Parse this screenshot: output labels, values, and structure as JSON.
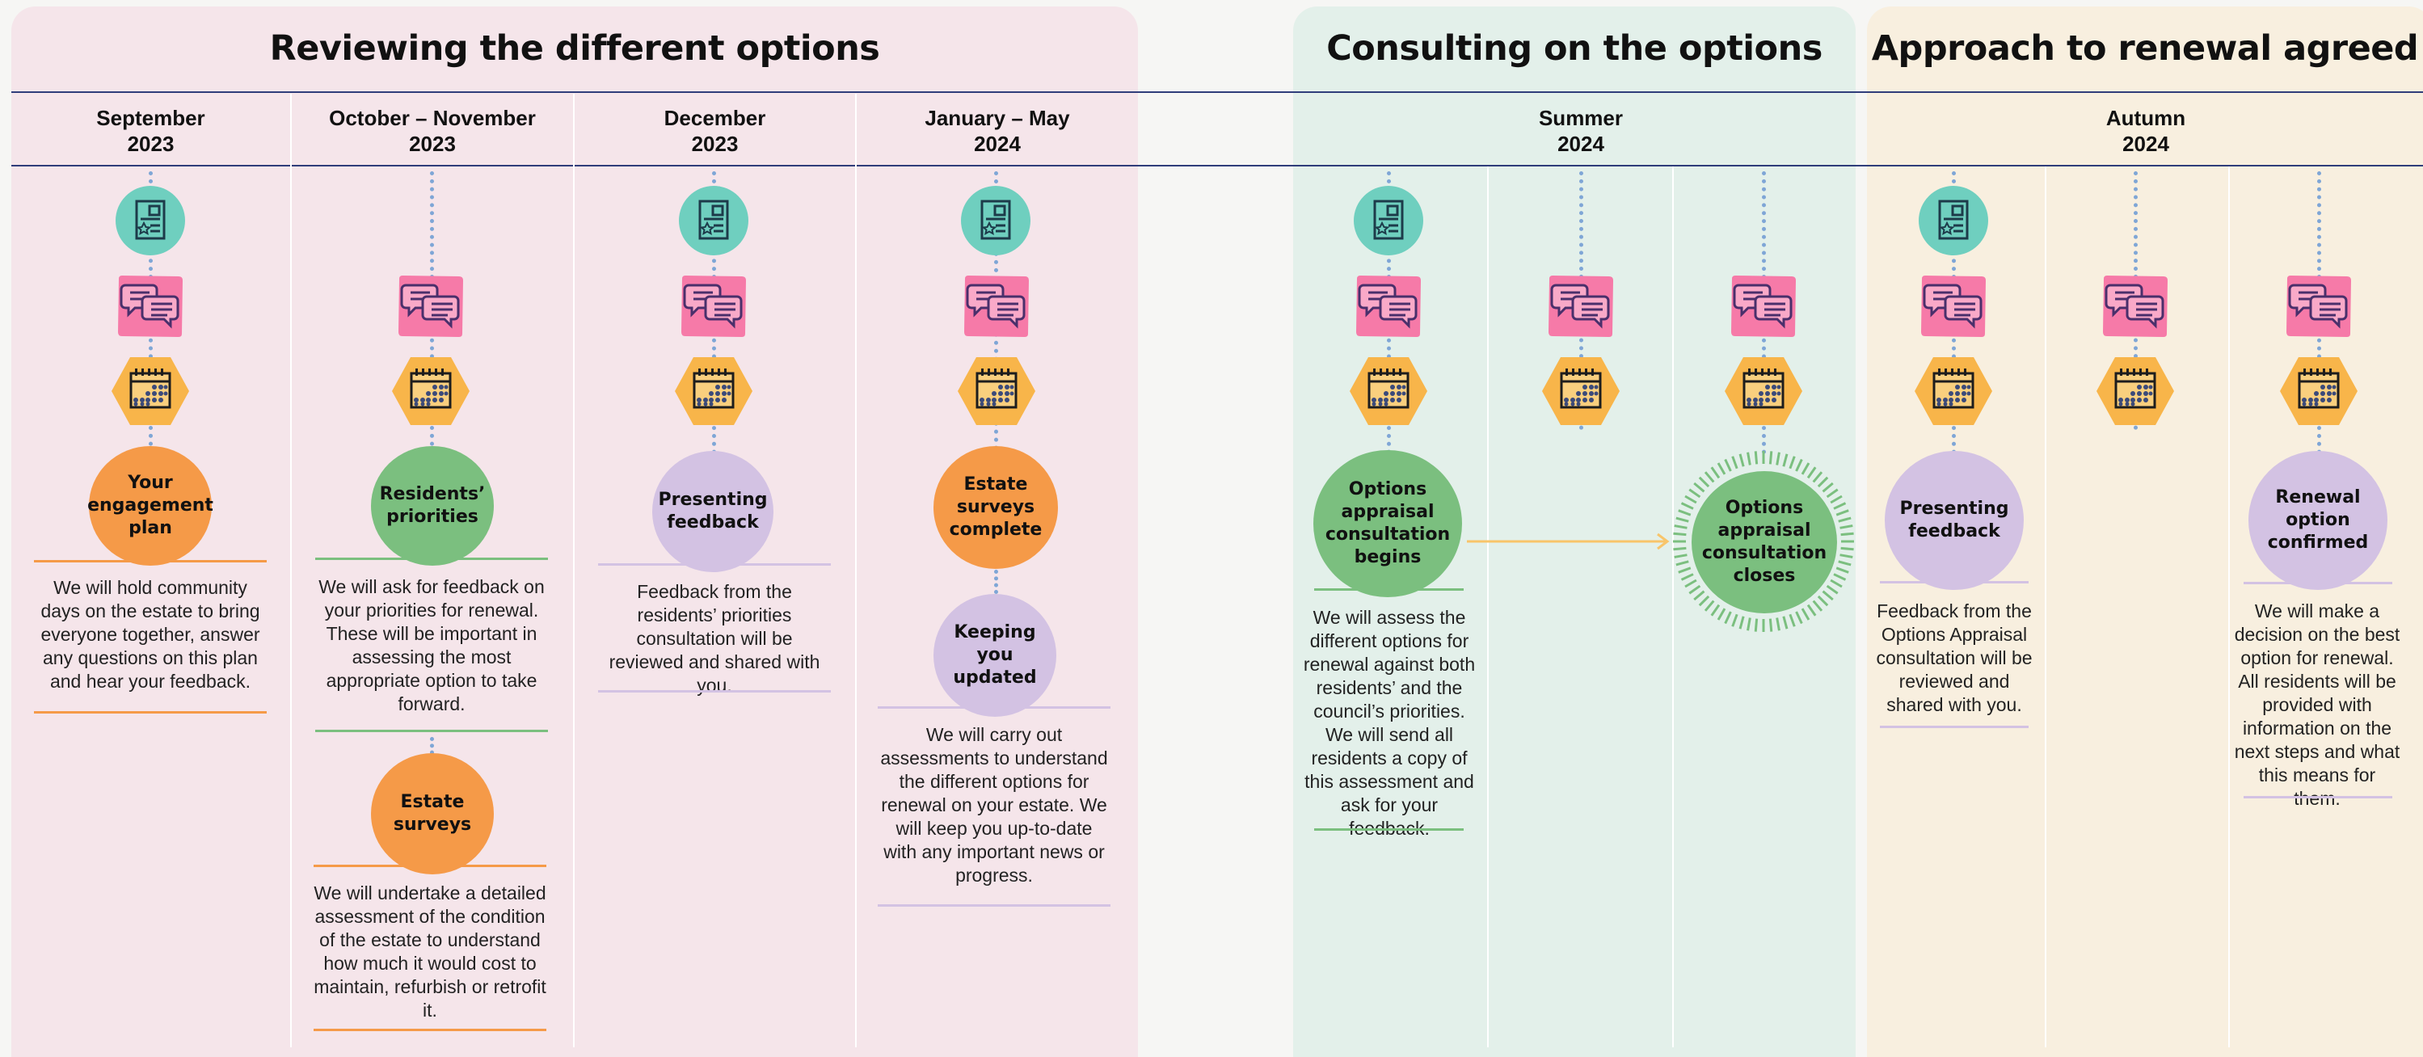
{
  "titles": {
    "reviewing": "Reviewing the different options",
    "consulting": "Consulting on the options",
    "approach": "Approach to renewal agreed"
  },
  "columns": {
    "c1": {
      "l1": "September",
      "l2": "2023"
    },
    "c2": {
      "l1": "October – November",
      "l2": "2023"
    },
    "c3": {
      "l1": "December",
      "l2": "2023"
    },
    "c4": {
      "l1": "January – May",
      "l2": "2024"
    },
    "c5": {
      "l1": "Summer",
      "l2": "2024"
    },
    "c6": {
      "l1": "Autumn",
      "l2": "2024"
    }
  },
  "milestones": {
    "m1": {
      "title": "Your engagement plan",
      "desc": "We will hold community days on the estate to bring everyone together, answer any questions on this plan and hear your feedback."
    },
    "m2": {
      "title": "Residents’ priorities",
      "desc": "We will ask for feedback on your priorities for renewal. These will be important in assessing the most appropriate option to take forward."
    },
    "m2b": {
      "title": "Estate surveys",
      "desc": "We will undertake a detailed assessment of the condition of the estate to understand how much it would cost to maintain, refurbish or retrofit it."
    },
    "m3": {
      "title": "Presenting feedback",
      "desc": "Feedback from the residents’ priorities consultation will be reviewed and shared with you."
    },
    "m4": {
      "title": "Estate surveys complete",
      "desc": ""
    },
    "m4b": {
      "title": "Keeping you updated",
      "desc": "We will carry out assessments to understand the different options for renewal on your estate. We will keep you up-to-date with any important news or progress."
    },
    "m5": {
      "title": "Options appraisal consultation begins",
      "desc": "We will assess the different options for renewal against both residents’ and the council’s priorities. We will send all residents a copy of this assessment and ask for your feedback."
    },
    "m6": {
      "title": "Options appraisal consultation closes",
      "desc": ""
    },
    "m7": {
      "title": "Presenting feedback",
      "desc": "Feedback from the Options Appraisal consultation will be reviewed and shared with you."
    },
    "m8": {
      "title": "Renewal option confirmed",
      "desc": "We will make a decision on the best option for renewal. All residents will be provided with information on the next steps and what this means for them."
    }
  },
  "colors": {
    "pink_panel": "#f5e5ea",
    "mint_panel": "#e3f0ea",
    "cream_panel": "#f8efdf",
    "orange": "#f59a48",
    "green": "#7bbf7f",
    "lilac": "#d3c2e3",
    "doc_icon_bg": "#6fcfbf",
    "chat_icon_bg": "#f67aa8",
    "calendar_icon_bg": "#f8b54a",
    "rule_navy": "#2f3d7a"
  },
  "icons": [
    "document-star-icon",
    "chat-bubbles-icon",
    "calendar-icon"
  ]
}
